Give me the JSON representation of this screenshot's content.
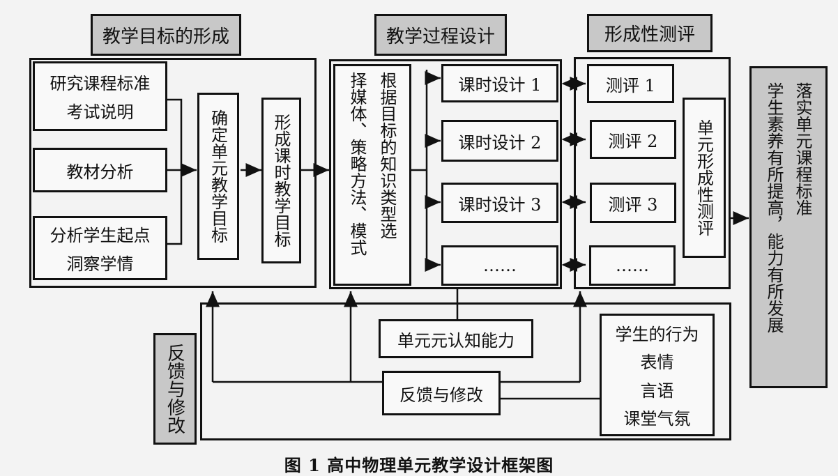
{
  "headers": {
    "goal": "教学目标的形成",
    "process": "教学过程设计",
    "assess": "形成性测评",
    "feedback": "反馈与修改"
  },
  "goal_inputs": {
    "study_line1": "研究课程标准",
    "study_line2": "考试说明",
    "materials": "教材分析",
    "students_line1": "分析学生起点",
    "students_line2": "洞察学情"
  },
  "unit_goal": "确定单元教学目标",
  "lesson_goal": "形成课时教学目标",
  "process_method_col1": "根据目标的知识类型选",
  "process_method_col2": "择媒体、策略方法、模式",
  "lessons": [
    "课时设计 1",
    "课时设计 2",
    "课时设计 3",
    "……"
  ],
  "tests": [
    "测评 1",
    "测评 2",
    "测评 3",
    "……"
  ],
  "unit_assess": "单元形成性测评",
  "outcome_col1": "落实单元课程标准",
  "outcome_col2": "学生素养有所提高，能力有所发展",
  "cognitive": "单元元认知能力",
  "feedback_box": "反馈与修改",
  "student_behavior": {
    "title": "学生的行为",
    "items": [
      "表情",
      "言语",
      "课堂气氛"
    ]
  },
  "caption": "图 1  高中物理单元教学设计框架图"
}
